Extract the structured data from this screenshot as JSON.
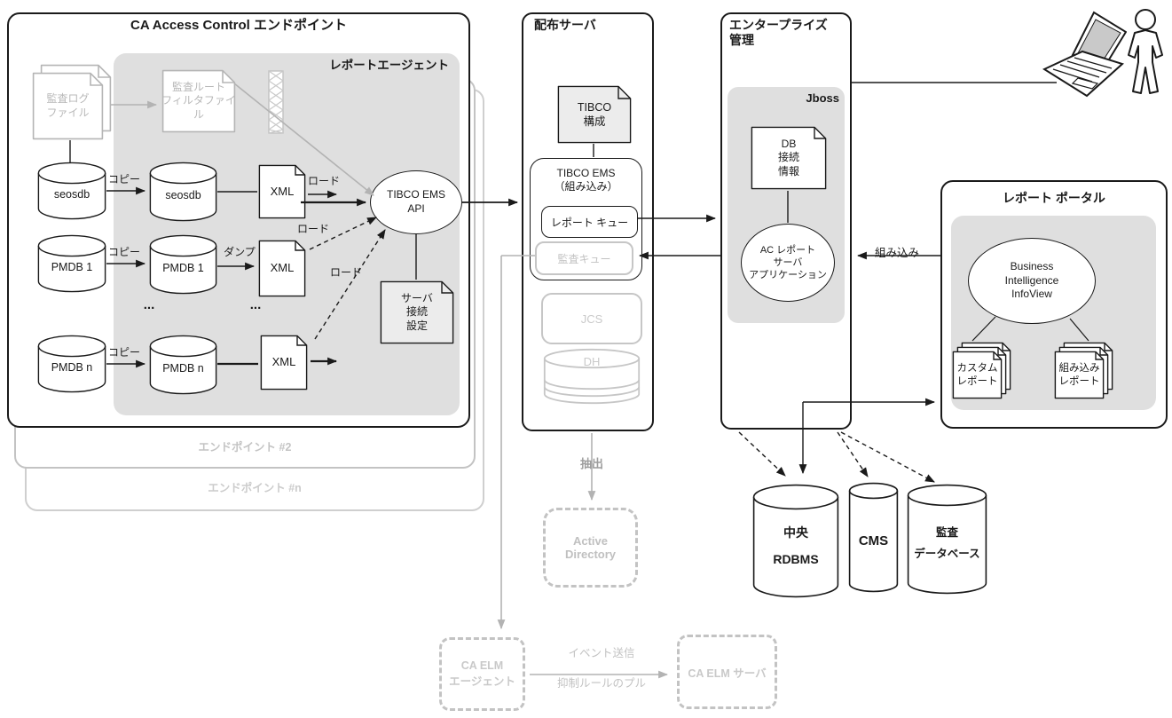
{
  "endpoint": {
    "title": "CA Access Control エンドポイント",
    "agent_title": "レポートエージェント",
    "audit_log_file": "監査ログ\nファイル",
    "audit_root_filter": "監査ルート\nフィルタファイル",
    "db_local": "seosdb",
    "db_copy": "seosdb",
    "pmdb1": "PMDB 1",
    "pmdb1_copy": "PMDB 1",
    "pmdbn": "PMDB n",
    "pmdbn_copy": "PMDB n",
    "xml": "XML",
    "copy_label": "コピー",
    "dump_label": "ダンプ",
    "load_label": "ロード",
    "ellipsis": "...",
    "tibco_api": "TIBCO EMS\nAPI",
    "server_conn": "サーバ\n接続\n設定",
    "stack2": "エンドポイント #2",
    "stackn": "エンドポイント #n"
  },
  "dist": {
    "title": "配布サーバ",
    "tibco_config": "TIBCO\n構成",
    "tibco_ems": "TIBCO EMS\n（組み込み）",
    "report_queue": "レポート キュー",
    "audit_queue": "監査キュー",
    "jcs": "JCS",
    "dh": "DH",
    "extract": "抽出",
    "active_directory": "Active\nDirectory"
  },
  "enterprise": {
    "title": "エンタープライズ\n管理",
    "jboss": "Jboss",
    "db_conn": "DB\n接続\n情報",
    "ac_app": "AC レポート\nサーバ\nアプリケーション",
    "embed": "組み込み"
  },
  "portal": {
    "title": "レポート ポータル",
    "bi": "Business\nIntelligence\nInfoView",
    "custom_reports": "カスタム\nレポート",
    "builtin_reports": "組み込み\nレポート"
  },
  "databases": {
    "central": "中央\nRDBMS",
    "cms": "CMS",
    "audit": "監査\nデータベース"
  },
  "elm": {
    "agent": "CA ELM\nエージェント",
    "server": "CA ELM サーバ",
    "event_send": "イベント送信",
    "rule_pull": "抑制ルールのプル"
  },
  "colors": {
    "line": "#1a1a1a",
    "gray_line": "#b3b3b3",
    "panel_gray": "#dfdfdf",
    "doc_gray": "#ececec"
  }
}
